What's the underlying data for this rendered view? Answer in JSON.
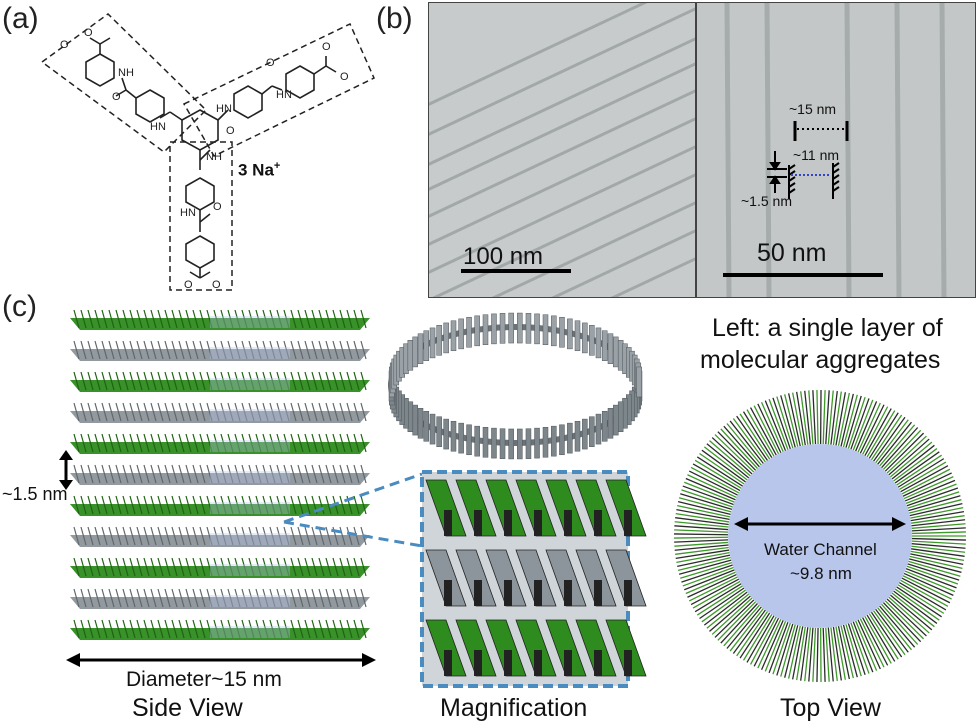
{
  "panels": {
    "a": "(a)",
    "b": "(b)",
    "c": "(c)"
  },
  "molecule": {
    "counter_ion": "3 Na",
    "counter_ion_sup": "+",
    "nh": "NH",
    "o": "O",
    "neg": "−"
  },
  "tem": {
    "scale_left": "100 nm",
    "scale_right": "50 nm",
    "dim_15": "~15 nm",
    "dim_11": "~11 nm",
    "dim_1_5": "~1.5 nm"
  },
  "side_view": {
    "layer_spacing": "~1.5 nm",
    "diameter": "Diameter~15 nm",
    "caption": "Side View"
  },
  "magnification": {
    "caption": "Magnification"
  },
  "top_view": {
    "note_line1": "Left: a single layer of",
    "note_line2": "molecular aggregates",
    "channel_line1": "Water Channel",
    "channel_line2": "~9.8 nm",
    "caption": "Top View"
  },
  "colors": {
    "green": "#2e8b1e",
    "gray": "#8c959b",
    "channel": "#b8c6ec"
  }
}
